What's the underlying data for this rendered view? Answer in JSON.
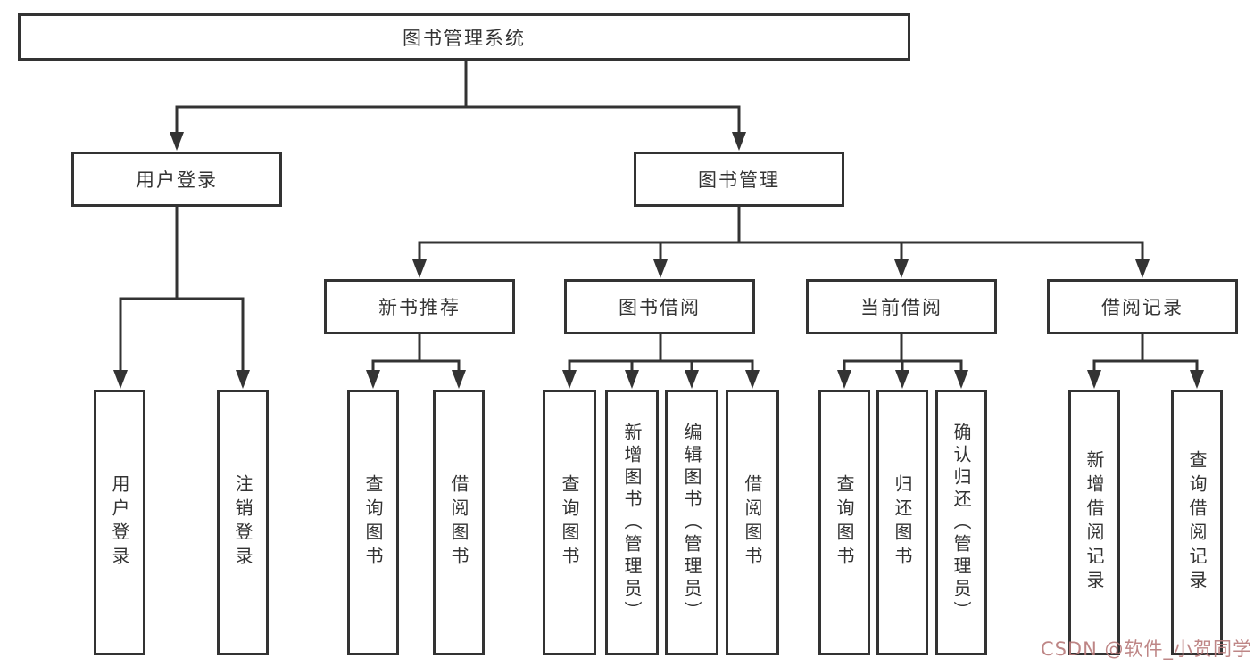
{
  "diagram": {
    "title": "图书管理系统",
    "root": {
      "label": "图书管理系统"
    },
    "level2": [
      {
        "label": "用户登录"
      },
      {
        "label": "图书管理"
      }
    ],
    "level3": [
      {
        "label": "新书推荐"
      },
      {
        "label": "图书借阅"
      },
      {
        "label": "当前借阅"
      },
      {
        "label": "借阅记录"
      }
    ],
    "leaves": {
      "user_login": [
        "用户登录",
        "注销登录"
      ],
      "new_book": [
        "查询图书",
        "借阅图书"
      ],
      "borrow": [
        "查询图书",
        "新增图书（管理员）",
        "编辑图书（管理员）",
        "借阅图书"
      ],
      "current": [
        "查询图书",
        "归还图书",
        "确认归还（管理员）"
      ],
      "records": [
        "新增借阅记录",
        "查询借阅记录"
      ]
    }
  },
  "watermark": {
    "text": "CSDN @软件_小贺同学"
  },
  "colors": {
    "line": "#333333",
    "text": "#333333",
    "background": "#ffffff",
    "watermark": "#b87a7a"
  }
}
